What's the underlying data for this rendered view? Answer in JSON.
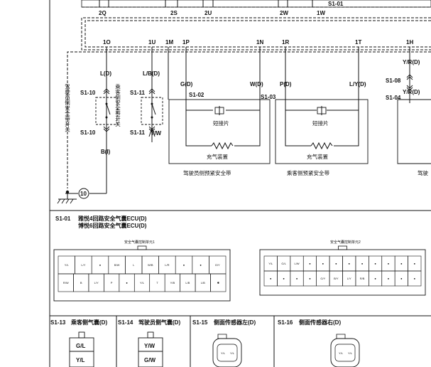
{
  "top_pins": [
    "2Q",
    "2S",
    "2U",
    "2W",
    "1W"
  ],
  "top_connector": "S1-01",
  "ecu_pins": [
    "1O",
    "1U",
    "1M",
    "1P",
    "1N",
    "1R",
    "1T",
    "1H"
  ],
  "wire_colors": {
    "c1": "L(D)",
    "c2": "L/B(D)",
    "c3": "G(D)",
    "c4": "W(D)",
    "c5": "P(D)",
    "c6": "L/Y(D)",
    "c7a": "Y/R(D)",
    "c7b": "Y/R(D)",
    "b": "B(I)",
    "yw": "Y/W"
  },
  "connectors": {
    "s110a": "S1-10",
    "s110b": "S1-10",
    "s111a": "S1-11",
    "s111b": "S1-11",
    "s102": "S1-02",
    "s103": "S1-03",
    "s108": "S1-08",
    "s104": "S1-04"
  },
  "switch_labels": {
    "driver": "驾驶员侧安全带开关",
    "passenger": "乘客侧安全带开关"
  },
  "pretensioners": [
    {
      "connector_label": "短接片",
      "inflator_label": "充气装置",
      "title": "驾驶员侧预紧安全带"
    },
    {
      "connector_label": "短接片",
      "inflator_label": "充气装置",
      "title": "乘客侧预紧安全带"
    }
  ],
  "partial_title": "驾驶",
  "ground_node": "10",
  "ecu_caption": {
    "code": "S1-01",
    "line1": "雅悦4回路安全气囊ECU(D)",
    "line2": "博悦6回路安全气囊ECU(D)"
  },
  "connector_views": [
    {
      "title": "安全气囊控制单元1",
      "row1": [
        "Y/L",
        "L/Y",
        "●",
        "B/W",
        "L",
        "W/B",
        "L/R",
        "●",
        "●",
        "G/Y"
      ],
      "row2": [
        "R/W",
        "B",
        "L/Y",
        "P",
        "●",
        "Y/L",
        "T",
        "Y/B",
        "L/B",
        "L/B",
        "✱"
      ]
    },
    {
      "title": "安全气囊控制单元2",
      "row1": [
        "Y/L",
        "G/L",
        "L/W",
        "●",
        "●",
        "●",
        "●",
        "●",
        "●",
        "●",
        "●",
        "●"
      ],
      "row2": [
        "●",
        "●",
        "●",
        "●",
        "G/Y",
        "B/Y",
        "L/Y",
        "R/B",
        "●",
        "●",
        "●",
        "●"
      ]
    }
  ],
  "bottom_connectors": [
    {
      "code": "S1-13",
      "name": "乘客侧气囊(D)",
      "pins": [
        "G/L",
        "Y/L"
      ]
    },
    {
      "code": "S1-14",
      "name": "驾驶员侧气囊(D)",
      "pins": [
        "Y/W",
        "G/W"
      ]
    },
    {
      "code": "S1-15",
      "name": "侧面传感器左(D)",
      "pins": [
        "Y/L",
        "Y/L"
      ]
    },
    {
      "code": "S1-16",
      "name": "侧面传感器右(D)",
      "pins": [
        "Y/L",
        "Y/L"
      ]
    }
  ]
}
